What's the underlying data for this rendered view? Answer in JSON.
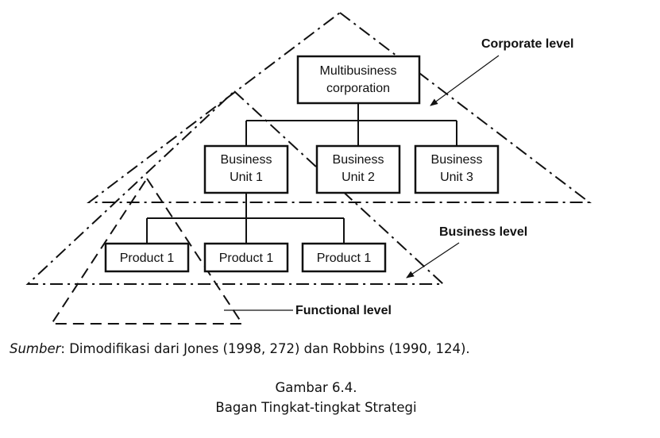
{
  "diagram": {
    "levels": {
      "corporate": "Corporate level",
      "business": "Business level",
      "functional": "Functional level"
    },
    "corporation": {
      "line1": "Multibusiness",
      "line2": "corporation"
    },
    "business_units": [
      {
        "line1": "Business",
        "line2": "Unit 1"
      },
      {
        "line1": "Business",
        "line2": "Unit 2"
      },
      {
        "line1": "Business",
        "line2": "Unit 3"
      }
    ],
    "products": [
      {
        "label": "Product 1"
      },
      {
        "label": "Product 1"
      },
      {
        "label": "Product 1"
      }
    ]
  },
  "caption": {
    "source_label": "Sumber",
    "source_text": ": Dimodifikasi dari Jones (1998, 272)  dan Robbins (1990, 124).",
    "figure_number": "Gambar 6.4.",
    "figure_title": "Bagan Tingkat-tingkat Strategi"
  },
  "colors": {
    "line": "#111111",
    "background": "#ffffff"
  }
}
